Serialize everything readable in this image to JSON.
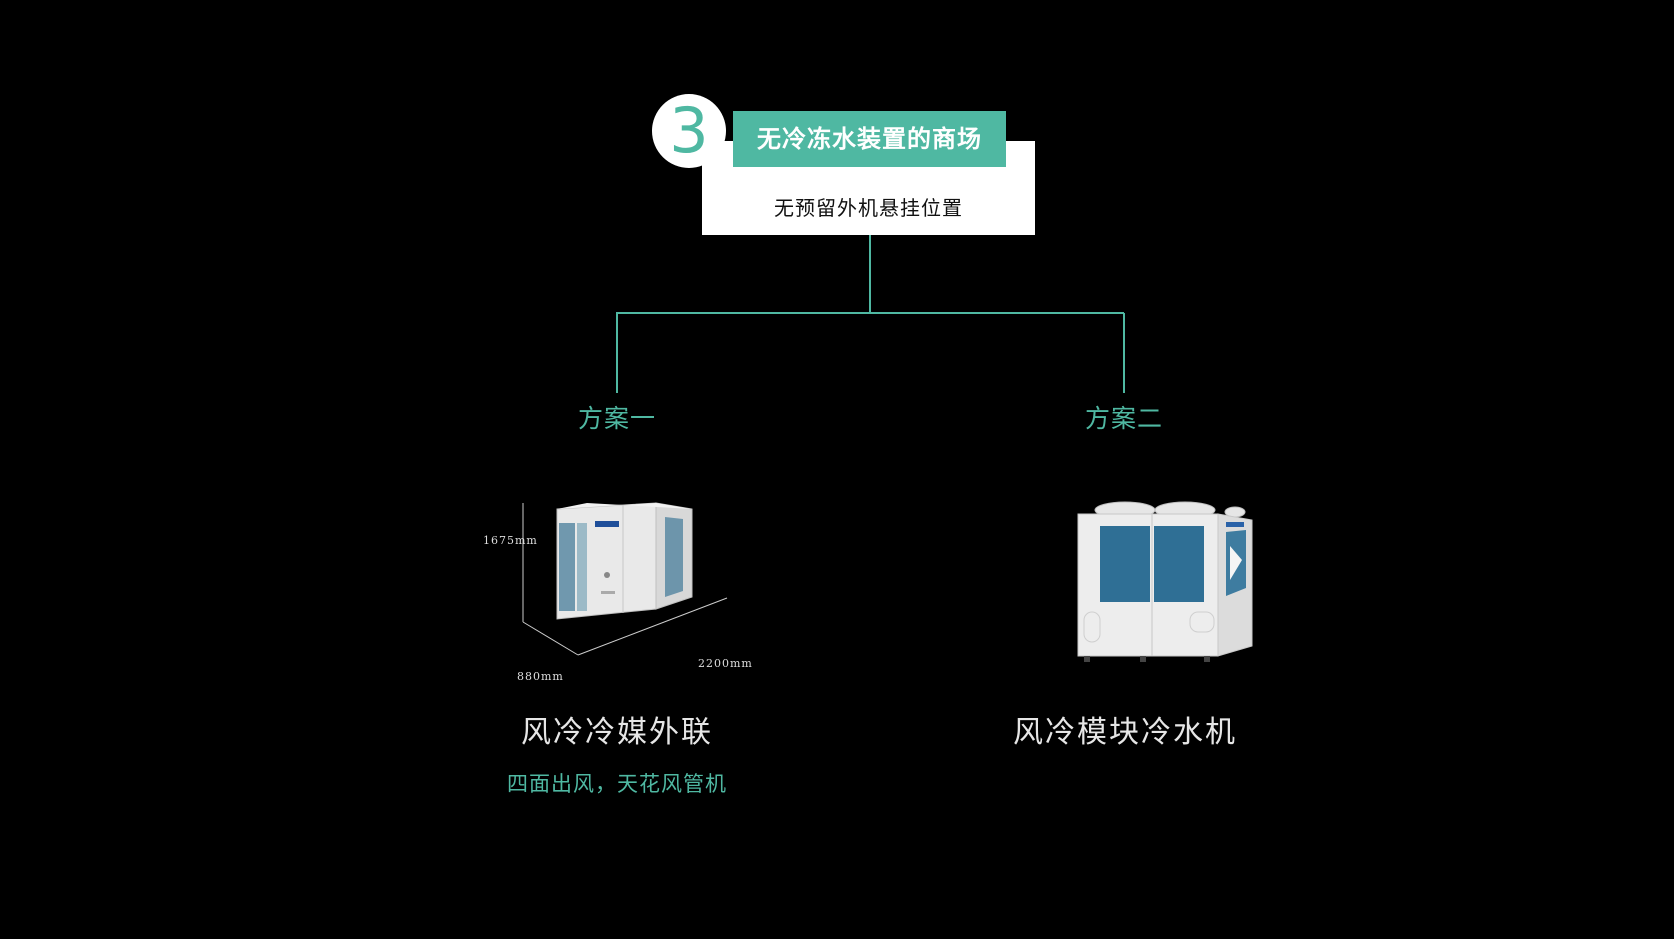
{
  "header": {
    "step_number": "3",
    "title": "无冷冻水装置的商场",
    "subtitle": "无预留外机悬挂位置"
  },
  "options": [
    {
      "label": "方案一",
      "product_name": "风冷冷媒外联",
      "note": "四面出风，天花风管机",
      "dimensions": {
        "height": "1675mm",
        "depth": "880mm",
        "width": "2200mm"
      }
    },
    {
      "label": "方案二",
      "product_name": "风冷模块冷水机"
    }
  ],
  "colors": {
    "accent": "#4fb8a2",
    "background": "#000000",
    "text_light": "#e6e6e6"
  }
}
